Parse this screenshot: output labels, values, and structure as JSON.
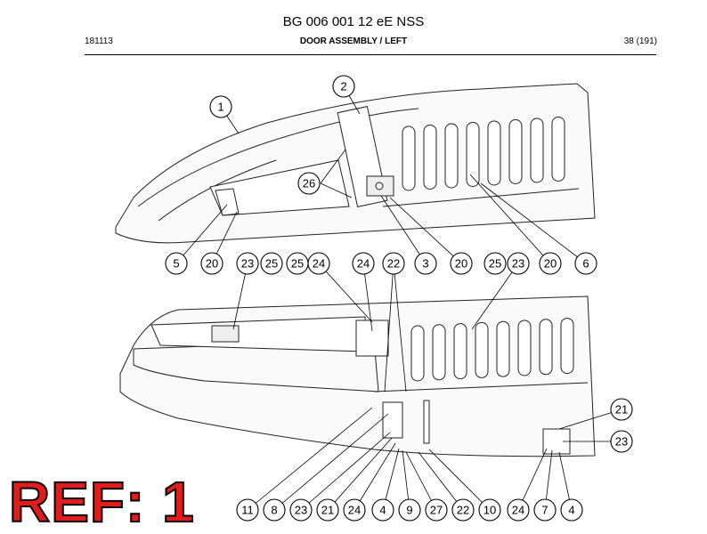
{
  "header": {
    "title": "BG 006 001 12 eE NSS",
    "left_code": "181113",
    "center_title": "DOOR ASSEMBLY / LEFT",
    "page": "38 (191)"
  },
  "ref_label": "REF: 1",
  "callouts": {
    "top": [
      "1",
      "2",
      "26",
      "5",
      "20",
      "23",
      "25",
      "25",
      "24",
      "24",
      "22",
      "3",
      "20",
      "25",
      "23",
      "20",
      "6"
    ],
    "bottom": [
      "11",
      "8",
      "23",
      "21",
      "24",
      "4",
      "9",
      "27",
      "22",
      "10",
      "24",
      "7",
      "4"
    ],
    "right": [
      "21",
      "23"
    ]
  }
}
